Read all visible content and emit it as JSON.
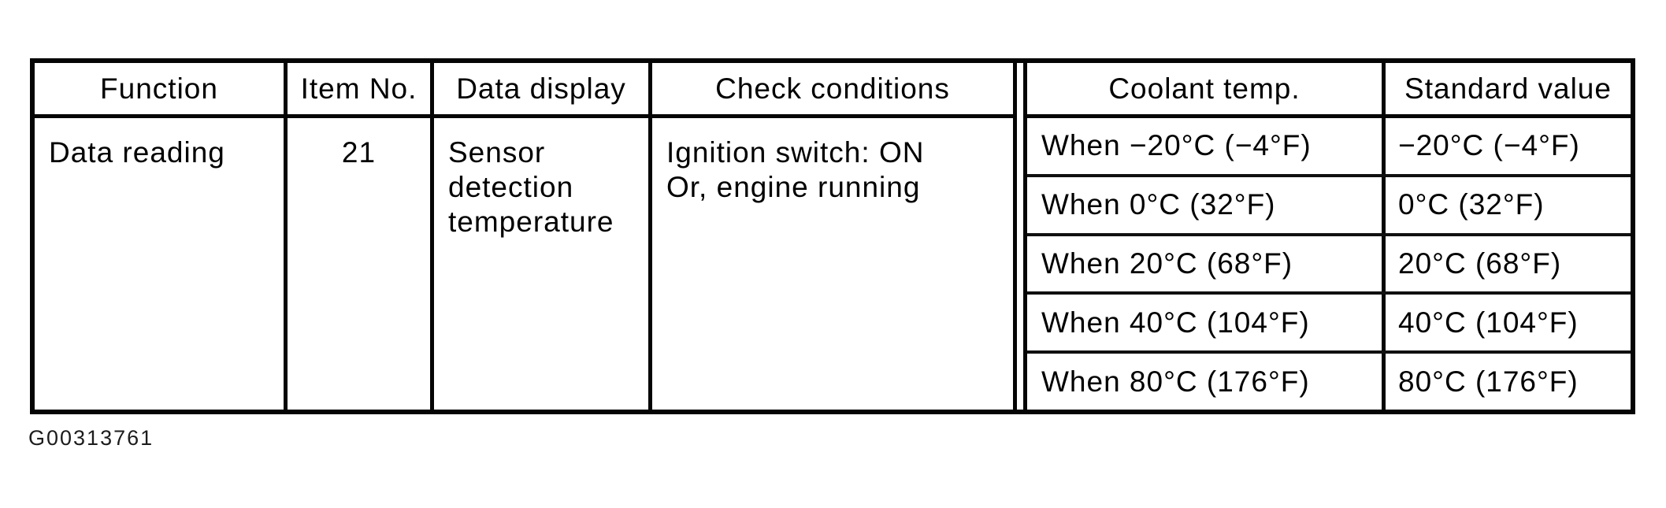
{
  "page": {
    "figure_code": "G00313761"
  },
  "table": {
    "headers": {
      "function": "Function",
      "item_no": "Item No.",
      "data_display": "Data display",
      "check_conditions": "Check conditions",
      "coolant_temp": "Coolant temp.",
      "standard_value": "Standard value"
    },
    "row": {
      "function": "Data reading",
      "item_no": "21",
      "data_display_lines": [
        "Sensor",
        "detection",
        "temperature"
      ],
      "check_conditions_lines": [
        "Ignition switch: ON",
        "Or, engine running"
      ]
    },
    "coolant_rows": [
      {
        "coolant_temp": "When −20°C (−4°F)",
        "standard_value": "−20°C (−4°F)"
      },
      {
        "coolant_temp": "When 0°C (32°F)",
        "standard_value": "0°C (32°F)"
      },
      {
        "coolant_temp": "When 20°C (68°F)",
        "standard_value": "20°C (68°F)"
      },
      {
        "coolant_temp": "When 40°C (104°F)",
        "standard_value": "40°C (104°F)"
      },
      {
        "coolant_temp": "When 80°C (176°F)",
        "standard_value": "80°C (176°F)"
      }
    ]
  }
}
